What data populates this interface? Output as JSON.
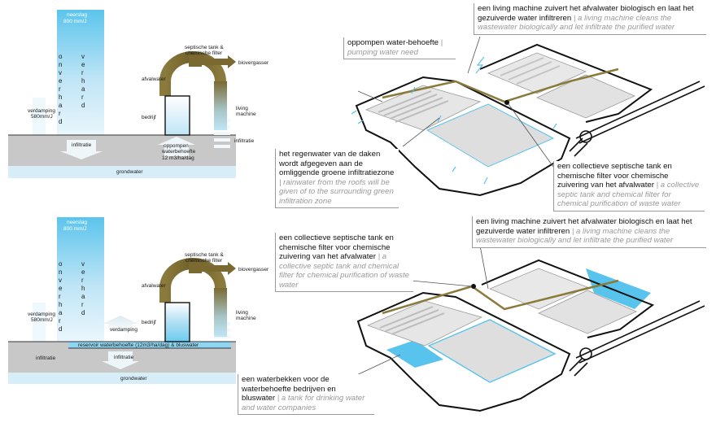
{
  "colors": {
    "rain": "#b9e2f5",
    "ground": "#c8c8c8",
    "groundwater": "#d7eef9",
    "pipe": "#7a6a32",
    "water": "#58c3ec",
    "building": "#e2e2e2"
  },
  "panel1": {
    "neerslag": "neerslag",
    "neerslag_value": "800 mm/J",
    "verdamping": "verdamping",
    "verdamping_value": "580mm/J",
    "infiltratie": "infiltratie",
    "onverhard": [
      "o",
      "n",
      "v",
      "e",
      "r",
      "h",
      "a",
      "r",
      "d"
    ],
    "verhard": [
      "v",
      "e",
      "r",
      "h",
      "a",
      "r",
      "d"
    ],
    "septic": "septische tank &",
    "septic2": "chemische filter",
    "biovergasser": "biovergasser",
    "afvalwater": "afvalwater",
    "bedrijf": "bedrijf",
    "living": "living",
    "machine": "machine",
    "infiltratie2": "infiltratie",
    "oppompen1": "oppompen",
    "oppompen2": "waterbehoefte",
    "oppompen3": "12 m3/ha/dag",
    "grondwater": "grondwater"
  },
  "panel2": {
    "neerslag": "neerslag",
    "neerslag_value": "800 mm/J",
    "verdamping": "verdamping",
    "verdamping_value": "580mm/J",
    "onverhard": [
      "o",
      "n",
      "v",
      "e",
      "r",
      "h",
      "a",
      "r",
      "d"
    ],
    "verhard": [
      "v",
      "e",
      "r",
      "h",
      "a",
      "r",
      "d"
    ],
    "septic": "septische tank &",
    "septic2": "chemische filter",
    "biovergasser": "biovergasser",
    "afvalwater": "afvalwater",
    "bedrijf": "bedrijf",
    "living": "living",
    "machine": "machine",
    "verdamping2": "verdamping",
    "reservoir": "reservoir waterbehoefte (12m3/ha/dag) & bluswater",
    "infiltratie_left": "infiltratie",
    "infiltratie_mid": "infiltratie",
    "grondwater": "grondwater"
  },
  "callouts": {
    "c1": {
      "nl": "een living machine zuivert het afvalwater biologisch en laat het gezuiverde water infiltreren",
      "sep": " | ",
      "en": "a living machine cleans the wastewater biologically and let infiltrate the purified water"
    },
    "c2": {
      "nl": "oppompen water-behoefte",
      "sep": " | ",
      "en": "pumping water need"
    },
    "c3": {
      "nl": "het regenwater van de daken wordt afgegeven aan de omliggende groene infiltratiezone",
      "sep": " | ",
      "en": "rainwater from the roofs will be given of to the surrounding green infiltration zone"
    },
    "c4": {
      "nl": "een collectieve septische tank en chemische filter voor chemische zuivering van het afvalwater",
      "sep": " | ",
      "en": "a collective septic tank and chemical filter for chemical purification of waste water"
    },
    "c5": {
      "nl": "een living machine zuivert het afvalwater biologisch en laat het gezuiverde water infiltreren",
      "sep": " | ",
      "en": "a living machine cleans the wastewater biologically and let infiltrate the purified water"
    },
    "c6": {
      "nl": "een collectieve septische tank en chemische filter voor chemische zuivering van het afvalwater",
      "sep": " | ",
      "en": "a collective septic tank and chemical filter for chemical purification of waste water"
    },
    "c7": {
      "nl": "een waterbekken voor de waterbehoefte bedrijven en bluswater",
      "sep": " | ",
      "en": "a tank for drinking water and water companies"
    }
  }
}
